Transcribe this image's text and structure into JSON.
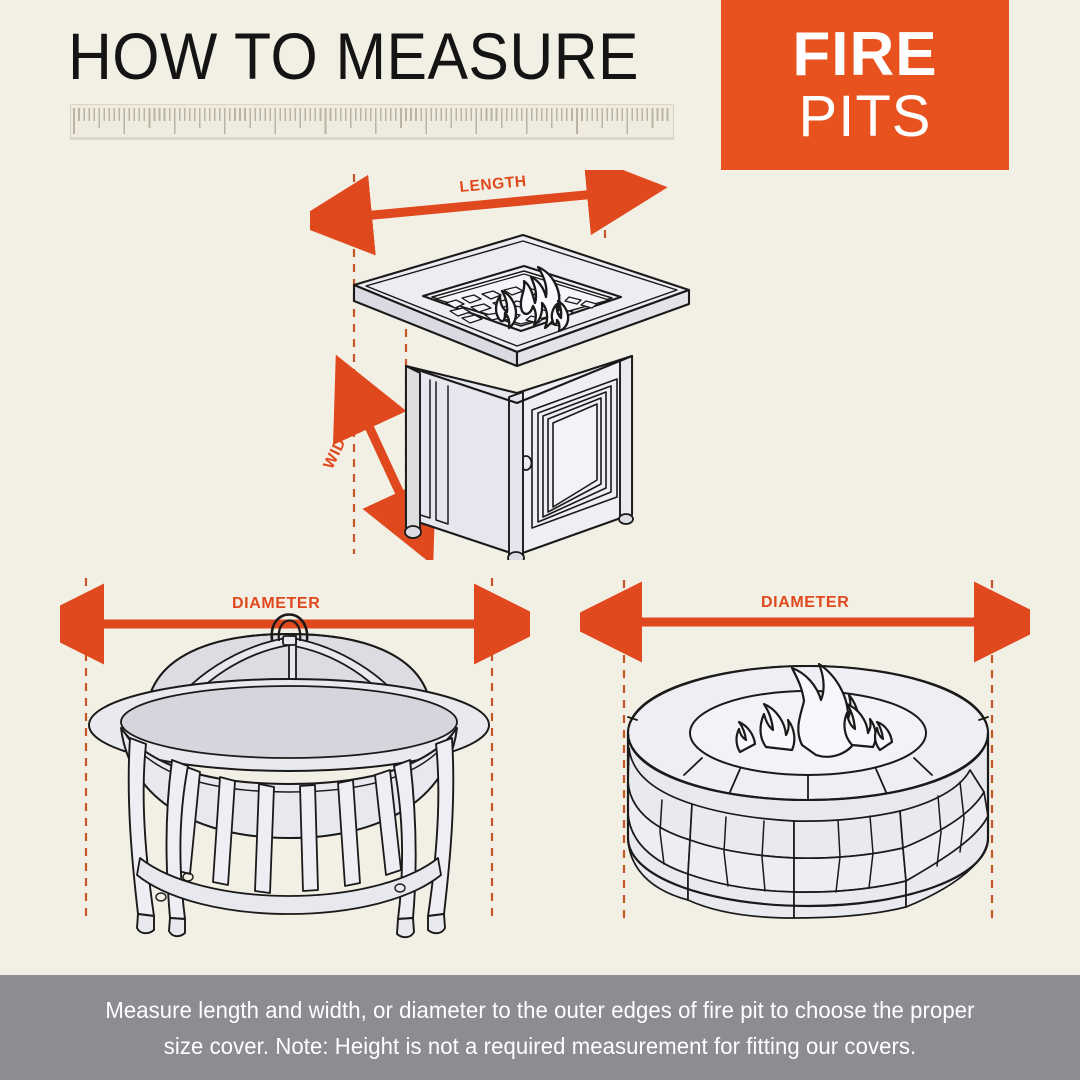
{
  "page": {
    "background_color": "#f2efe4",
    "accent_color": "#e8521f",
    "arrow_color": "#e0491e",
    "guide_line_color": "#c4562a",
    "footer_bar_color": "#8c8c93",
    "line_color": "#1a1a1a",
    "fill_color": "#e8e8ef"
  },
  "header": {
    "title": "HOW TO MEASURE",
    "ruler_icon": "ruler-icon",
    "badge": {
      "line1": "FIRE",
      "line2": "PITS"
    }
  },
  "diagrams": [
    {
      "id": "square-fire-pit-table",
      "name": "square-fire-pit-table",
      "labels": [
        {
          "text": "LENGTH",
          "orientation": "horizontal"
        },
        {
          "text": "WIDTH",
          "orientation": "diagonal"
        }
      ]
    },
    {
      "id": "round-bowl-fire-pit",
      "name": "round-bowl-fire-pit-with-spark-screen",
      "labels": [
        {
          "text": "DIAMETER",
          "orientation": "horizontal"
        }
      ]
    },
    {
      "id": "round-stone-fire-pit",
      "name": "round-stone-fire-pit",
      "labels": [
        {
          "text": "DIAMETER",
          "orientation": "horizontal"
        }
      ]
    }
  ],
  "footer": {
    "text": "Measure length and width, or diameter to the outer edges of fire pit to choose the proper size cover. Note: Height is not a required measurement for fitting our covers."
  }
}
